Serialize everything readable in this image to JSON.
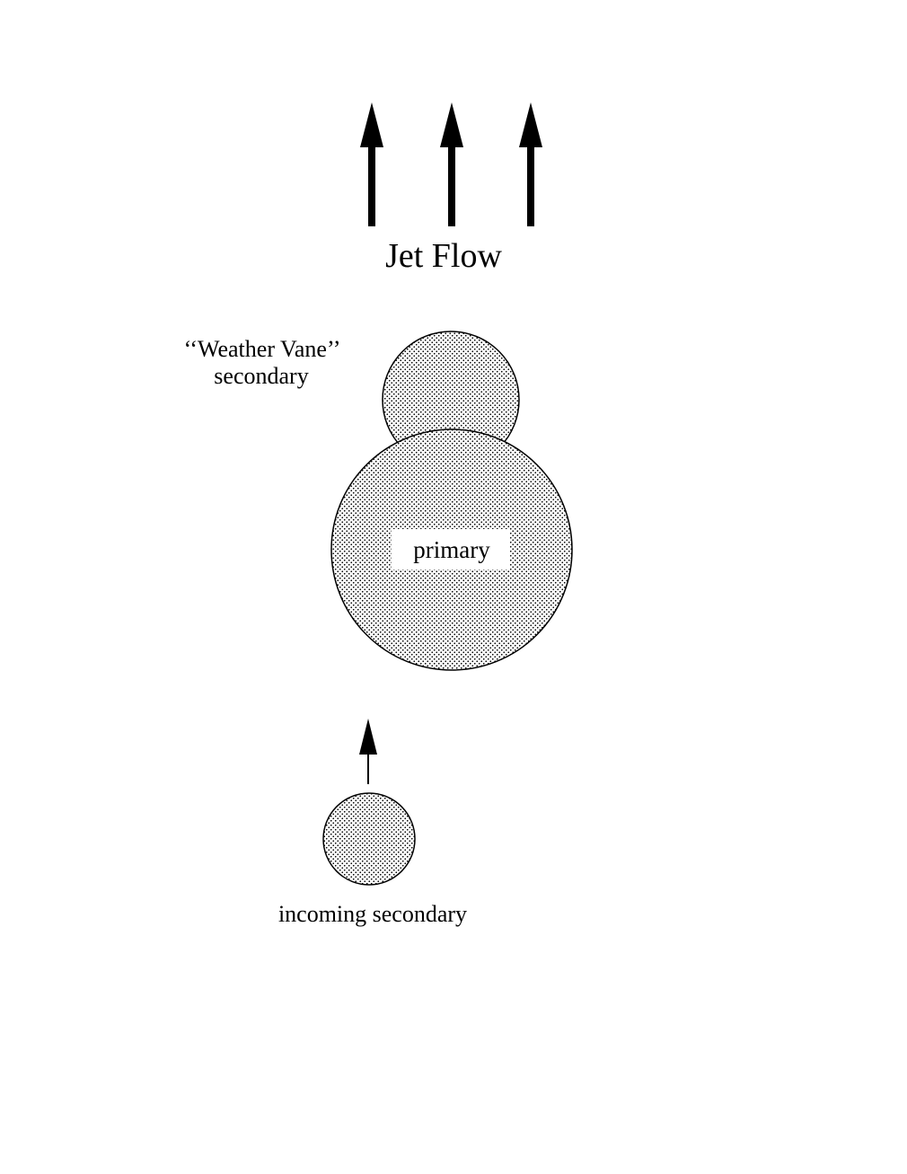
{
  "labels": {
    "jet_flow": "Jet Flow",
    "weather_vane_line1": "‘‘Weather Vane’’",
    "weather_vane_line2": "secondary",
    "primary": "primary",
    "incoming_secondary": "incoming secondary"
  },
  "colors": {
    "ink": "#000000",
    "stipple": "#000000",
    "background": "#ffffff",
    "label_box": "#ffffff"
  },
  "icons": {
    "jet_arrows": "up-arrow-icon",
    "motion_arrow": "up-arrow-icon"
  }
}
